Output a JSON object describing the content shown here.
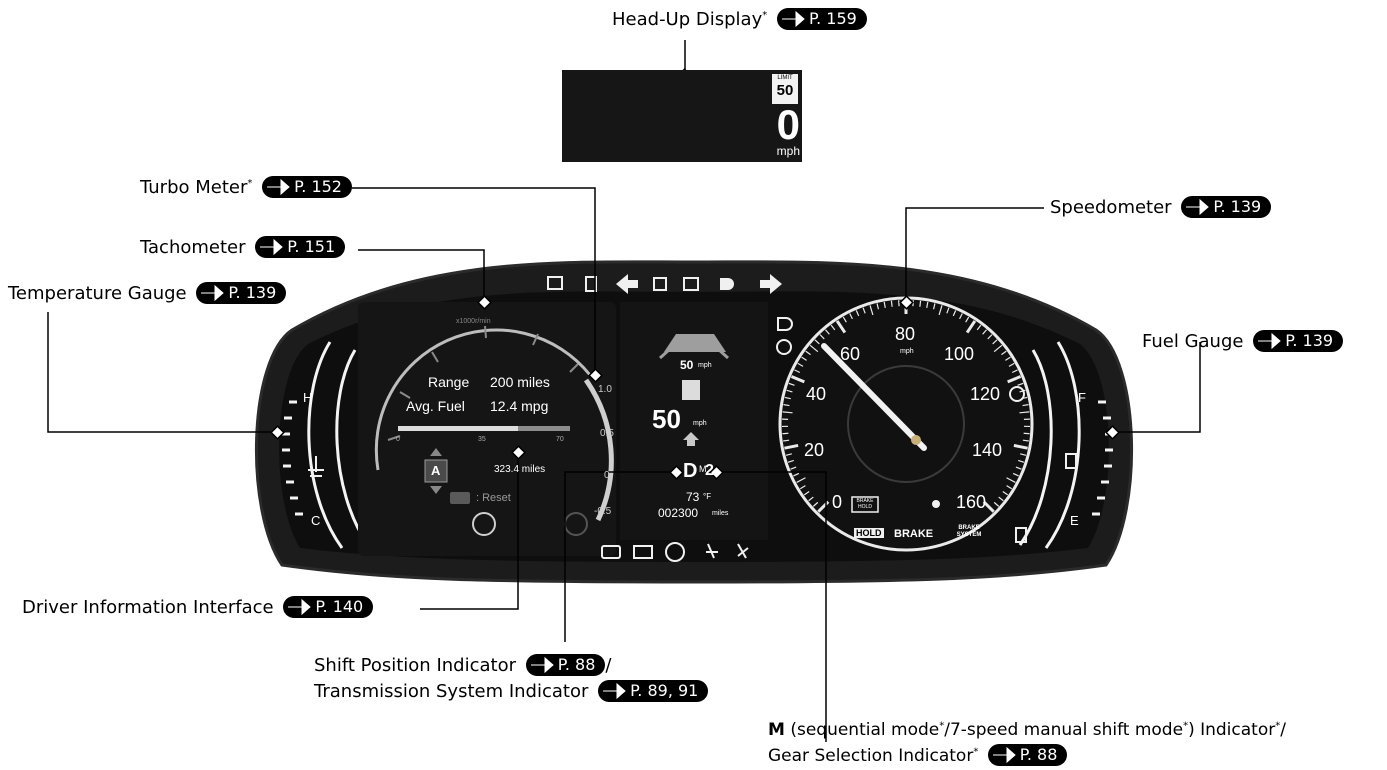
{
  "callouts": {
    "hud": {
      "label": "Head-Up Display",
      "sup": "*",
      "page": "P. 159"
    },
    "turbo": {
      "label": "Turbo Meter",
      "sup": "*",
      "page": "P. 152"
    },
    "tach": {
      "label": "Tachometer",
      "page": "P. 151"
    },
    "temp": {
      "label": "Temperature Gauge",
      "page": "P. 139"
    },
    "speedo": {
      "label": "Speedometer",
      "page": "P. 139"
    },
    "fuel": {
      "label": "Fuel Gauge",
      "page": "P. 139"
    },
    "dii": {
      "label": "Driver Information Interface",
      "page": "P. 140"
    },
    "shift": {
      "label": "Shift Position Indicator",
      "page": "P. 88",
      "suffix": "/"
    },
    "trans": {
      "label": "Transmission System Indicator",
      "page": "P. 89, 91"
    },
    "m_ind": {
      "bold": "M",
      "text1": " (sequential mode",
      "sup1": "*",
      "text2": "/7-speed manual shift mode",
      "sup2": "*",
      "text3": ") Indicator",
      "sup3": "*",
      "suffix": "/"
    },
    "gear": {
      "label": "Gear Selection Indicator",
      "sup": "*",
      "page": "P. 88"
    }
  },
  "hud_screen": {
    "limit_label": "LIMIT",
    "limit_value": "50",
    "speed": "0",
    "unit": "mph"
  },
  "tach_gauge": {
    "unit": "x1000r/min"
  },
  "dii_screen": {
    "range_label": "Range",
    "range_value": "200 miles",
    "avg_label": "Avg. Fuel",
    "avg_value": "12.4 mpg",
    "bar_ticks": [
      "0",
      "35",
      "70"
    ],
    "trip_letter": "A",
    "trip_value": "323.4 miles",
    "reset_label": ": Reset"
  },
  "turbo_gauge": {
    "ticks": [
      "1.0",
      "0.5",
      "0",
      "-0.5"
    ]
  },
  "center_panel": {
    "acc_speed": "50",
    "acc_unit": "mph",
    "set_speed": "50",
    "set_unit": "mph",
    "gear_d": "D",
    "gear_m": "M",
    "gear_n": "2",
    "temp": "73",
    "temp_unit": "°F",
    "odo": "002300",
    "odo_unit": "miles"
  },
  "speed_gauge": {
    "unit": "mph",
    "ticks": [
      "0",
      "20",
      "40",
      "60",
      "80",
      "100",
      "120",
      "140",
      "160"
    ]
  },
  "indicators": {
    "brake_hold": "BRAKE HOLD",
    "hold": "HOLD",
    "brake": "BRAKE",
    "brake_system": "BRAKE SYSTEM"
  },
  "temp_gauge": {
    "high": "H",
    "low": "C"
  },
  "fuel_gauge": {
    "full": "F",
    "empty": "E"
  }
}
